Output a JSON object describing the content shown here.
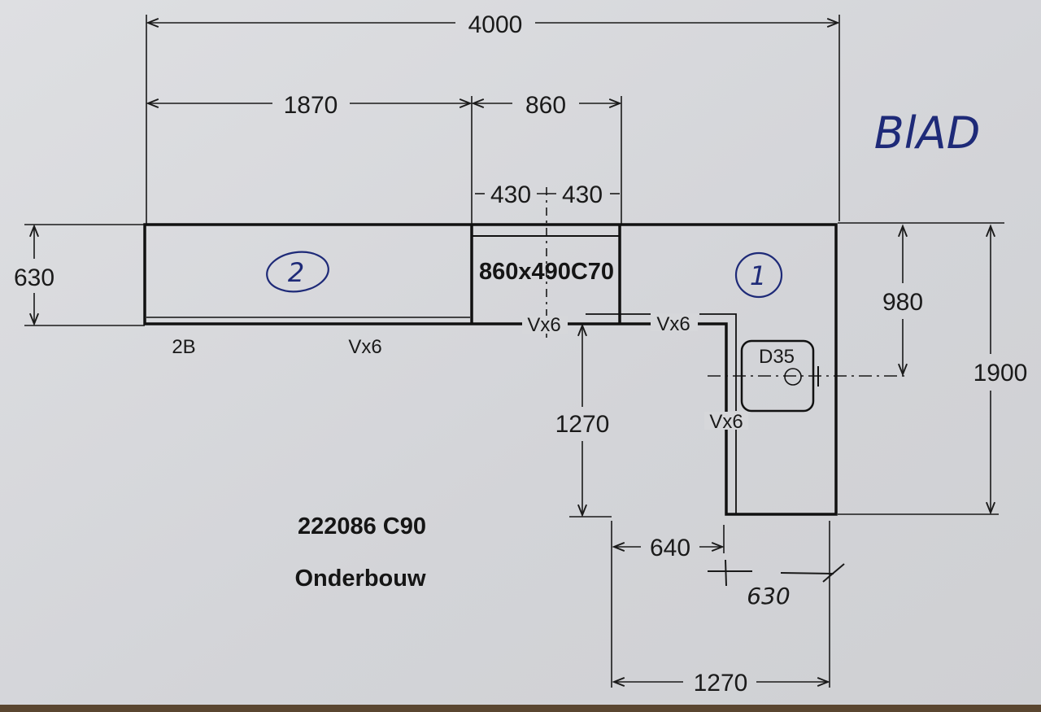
{
  "drawing": {
    "dimensions": {
      "total_length": "4000",
      "left_section": "1870",
      "sink_width": "860",
      "sink_half_left": "430",
      "sink_half_right": "430",
      "depth_left": "630",
      "depth_right_to_tap": "980",
      "total_depth_right": "1900",
      "leg_offset": "1270",
      "inner_leg": "640",
      "leg_depth_handwritten": "630",
      "bottom_leg": "1270"
    },
    "labels": {
      "sink": "860x490C70",
      "edge_2b": "2B",
      "edge_v1": "Vx6",
      "edge_v2": "Vx6",
      "edge_v3": "Vx6",
      "edge_v4": "Vx6",
      "tap_hole": "D35",
      "article": "222086 C90",
      "type": "Onderbouw"
    },
    "handwritten": {
      "title": "BlAD",
      "part_2": "2",
      "part_1": "1"
    },
    "colors": {
      "ink": "#1a1a1a",
      "pen": "#1e2a78",
      "paper": "#d6d7da"
    }
  }
}
